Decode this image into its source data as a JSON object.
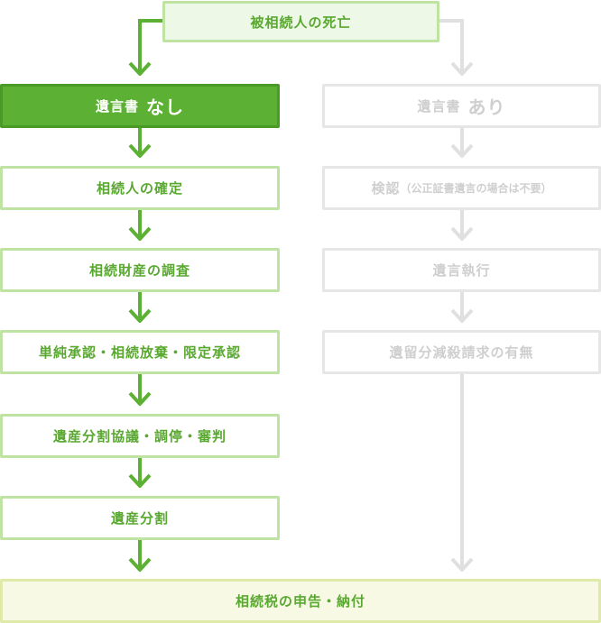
{
  "top": {
    "label": "被相続人の死亡"
  },
  "left": {
    "head": {
      "prefix": "遺言書",
      "suffix": "なし"
    },
    "steps": [
      "相続人の確定",
      "相続財産の調査",
      "単純承認・相続放棄・限定承認",
      "遺産分割協議・調停・審判",
      "遺産分割"
    ]
  },
  "right": {
    "head": {
      "prefix": "遺言書",
      "suffix": "あり"
    },
    "step1": {
      "main": "検認",
      "note": "（公正証書遺言の場合は不要）"
    },
    "steps": [
      "遺言執行",
      "遺留分減殺請求の有無"
    ]
  },
  "bottom": {
    "label": "相続税の申告・納付"
  },
  "colors": {
    "green": "#5cb033",
    "green_border": "#bfe3a3",
    "gray": "#e0e0e0"
  }
}
